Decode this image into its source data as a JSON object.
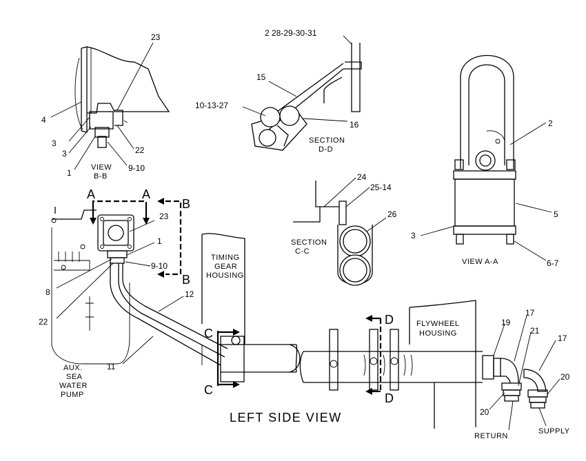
{
  "title": "LEFT SIDE VIEW",
  "views": {
    "bb": [
      "VIEW",
      "B-B"
    ],
    "dd": [
      "SECTION",
      "D-D"
    ],
    "cc": [
      "SECTION",
      "C-C"
    ],
    "aa": "VIEW A-A"
  },
  "section_markers": {
    "a": "A",
    "b": "B",
    "c": "C",
    "d": "D"
  },
  "components": {
    "timing": [
      "TIMING",
      "GEAR",
      "HOUSING"
    ],
    "flywheel": [
      "FLYWHEEL",
      "HOUSING"
    ],
    "pump": [
      "AUX.",
      "SEA",
      "WATER",
      "PUMP"
    ],
    "return": "RETURN",
    "supply": "SUPPLY"
  },
  "callouts": {
    "bb_23": "23",
    "bb_4": "4",
    "bb_3a": "3",
    "bb_3b": "3",
    "bb_22": "22",
    "bb_1": "1",
    "bb_910": "9-10",
    "dd_top": "2 28-29-30-31",
    "dd_15": "15",
    "dd_10": "10-13-27",
    "dd_16": "16",
    "aa_2": "2",
    "aa_5": "5",
    "aa_3": "3",
    "aa_67": "6-7",
    "cc_24": "24",
    "cc_2514": "25-14",
    "cc_26": "26",
    "m_23": "23",
    "m_1": "1",
    "m_910": "9-10",
    "m_8": "8",
    "m_22": "22",
    "m_12": "12",
    "m_11": "11",
    "r_19": "19",
    "r_17a": "17",
    "r_21": "21",
    "r_17b": "17",
    "r_20a": "20",
    "r_20b": "20"
  }
}
